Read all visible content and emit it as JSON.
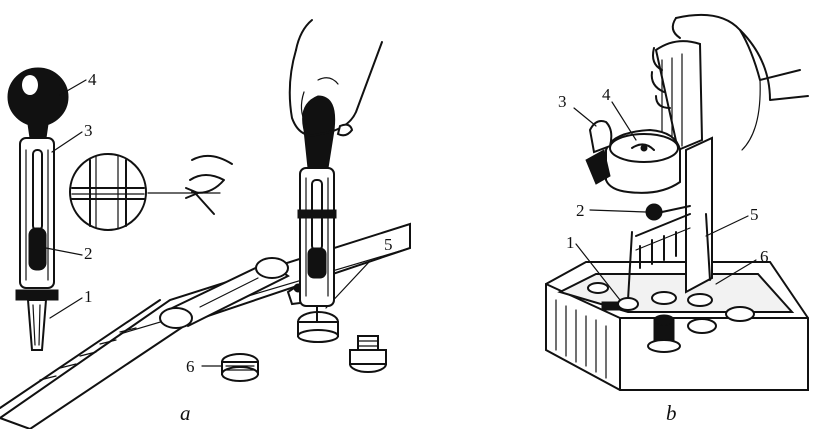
{
  "panel_a": {
    "caption": "a",
    "callouts": [
      "1",
      "2",
      "3",
      "4",
      "5",
      "6"
    ]
  },
  "panel_b": {
    "caption": "b",
    "callouts": [
      "1",
      "2",
      "3",
      "4",
      "5",
      "6"
    ]
  },
  "colors": {
    "ink": "#111111",
    "paper": "#ffffff"
  },
  "icons": [
    "rubber-bulb-icon",
    "hydrometer-float-icon",
    "eye-icon",
    "hand-icon",
    "battery-icon",
    "load-fork-icon",
    "voltmeter-icon"
  ]
}
